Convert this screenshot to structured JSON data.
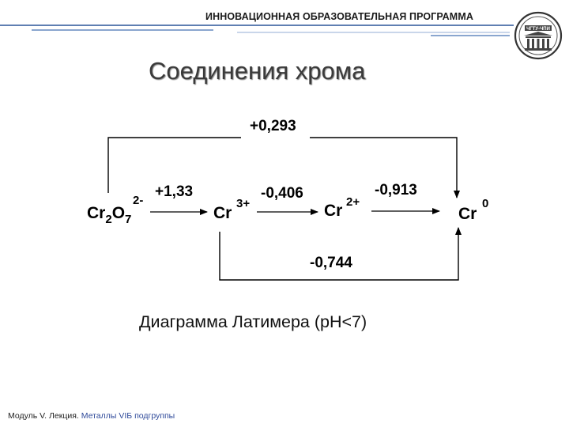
{
  "header": {
    "program_label": "ИННОВАЦИОННАЯ ОБРАЗОВАТЕЛЬНАЯ ПРОГРАММА",
    "logo_text": "ЧГТУ-ЧПИ",
    "accent_colors": [
      "#5f7fb2",
      "#8aa6cf",
      "#c9d6ea"
    ]
  },
  "slide": {
    "title": "Соединения хрома"
  },
  "diagram": {
    "species": {
      "dichromate": {
        "base": "Cr",
        "sub1": "2",
        "mid": "O",
        "sub2": "7",
        "charge": "2-"
      },
      "cr3": {
        "base": "Cr",
        "charge": "3+"
      },
      "cr2": {
        "base": "Cr",
        "charge": "2+"
      },
      "cr0": {
        "base": "Cr",
        "charge": "0"
      }
    },
    "potentials": {
      "dichromate_to_cr3": "+1,33",
      "cr3_to_cr2": "-0,406",
      "cr2_to_cr0": "-0,913",
      "dichromate_to_cr0": "+0,293",
      "cr3_to_cr0": "-0,744"
    },
    "caption": "Диаграмма Латимера (pH<7)"
  },
  "footer": {
    "lead": "Модуль V. Лекция.",
    "rest": " Металлы VIБ подгруппы"
  }
}
